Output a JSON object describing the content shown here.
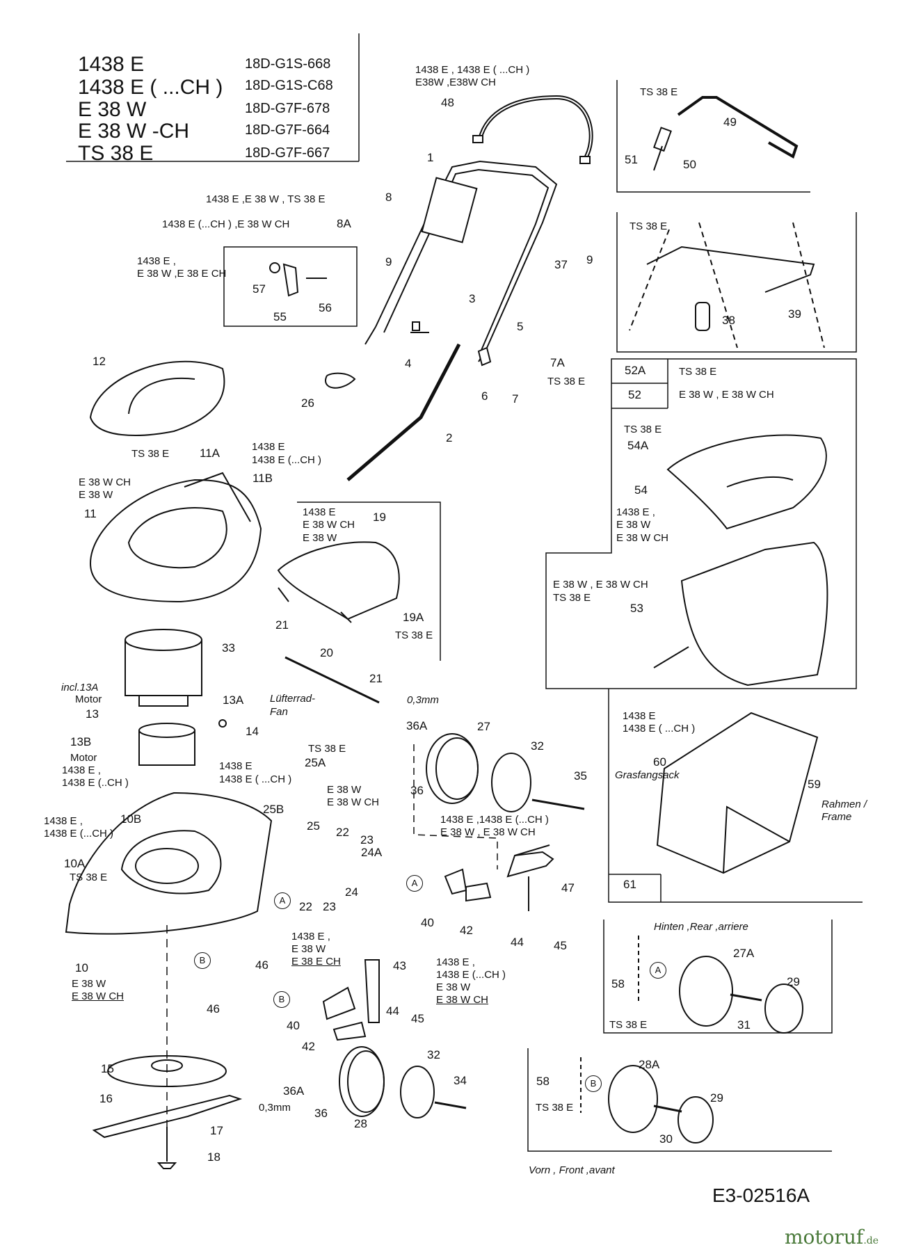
{
  "models": [
    {
      "name": "1438 E",
      "code": "18D-G1S-668"
    },
    {
      "name": "1438 E ( ...CH )",
      "code": "18D-G1S-C68"
    },
    {
      "name": "E 38 W",
      "code": "18D-G7F-678"
    },
    {
      "name": "E 38 W -CH",
      "code": "18D-G7F-664"
    },
    {
      "name": "TS 38 E",
      "code": "18D-G7F-667"
    }
  ],
  "labels": {
    "v_1438_ch_e38w": "1438 E , 1438 E ( ...CH )",
    "v_e38w_e38wch": "E38W ,E38W CH",
    "ts38e": "TS 38 E",
    "v8": "1438 E ,E 38 W , TS 38 E",
    "v8a": "1438 E (...CH ) ,E 38 W CH",
    "v55a": "1438 E ,",
    "v55b": "E 38 W ,E 38 E CH",
    "v7a": "TS 38 E",
    "v11b_a": "1438 E",
    "v11b_b": "1438 E (...CH )",
    "v11_a": "E 38 W CH",
    "v11_b": "E 38 W",
    "v19_a": "1438 E",
    "v19_b": "E 38 W CH",
    "v19_c": "E 38 W",
    "v52a": "TS 38 E",
    "v52": "E 38 W , E 38 W CH",
    "v54a": "TS 38 E",
    "v54_a": "1438 E ,",
    "v54_b": "E 38 W",
    "v54_c": "E 38 W CH",
    "v53_a": "E 38 W , E 38 W CH",
    "v53_b": "TS 38 E",
    "incl13a": "incl.13A",
    "motor": "Motor",
    "fan_de": "Lüfterrad-",
    "fan_en": "Fan",
    "motor2": "Motor",
    "m13b_a": "1438 E ,",
    "m13b_b": "1438 E (..CH )",
    "v25a_top": "TS 38 E",
    "v25b_a": "1438 E",
    "v25b_b": "1438 E ( ...CH )",
    "v25_a": "E 38 W",
    "v25_b": "E 38 W CH",
    "v10b_a": "1438 E ,",
    "v10b_b": "1438 E (...CH )",
    "v10a": "TS 38 E",
    "v10_a": "E 38 W",
    "v10_b": "E 38 W CH",
    "v46_a": "1438 E ,",
    "v46_b": "E 38 W",
    "v46_c": "E 38 E CH",
    "v43_a": "1438 E ,",
    "v43_b": "1438 E (...CH )",
    "v43_c": "E 38 W",
    "v43_d": "E 38 W CH",
    "v27_a": "1438 E ,1438 E (...CH )",
    "v27_b": "E 38 W , E 38 W CH",
    "mm03a": "0,3mm",
    "mm03b": "0,3mm",
    "v60_a": "1438 E",
    "v60_b": "1438 E ( ...CH )",
    "grasfang": "Grasfangsack",
    "rahmen_a": "Rahmen /",
    "rahmen_b": "Frame",
    "rear": "Hinten ,Rear ,arriere",
    "ts38e_rear": "TS 38 E",
    "ts38e_front": "TS 38 E",
    "front": "Vorn , Front ,avant",
    "diagram_id": "E3-02516A",
    "logo": "motoruf",
    "logo_suffix": ".de"
  },
  "parts": {
    "p48": "48",
    "p49": "49",
    "p50": "50",
    "p51": "51",
    "p1": "1",
    "p8": "8",
    "p8a": "8A",
    "p9a": "9",
    "p9b": "9",
    "p37": "37",
    "p57": "57",
    "p55": "55",
    "p56": "56",
    "p38": "38",
    "p39": "39",
    "p3": "3",
    "p5": "5",
    "p4": "4",
    "p6": "6",
    "p7": "7",
    "p7a": "7A",
    "p12": "12",
    "p26": "26",
    "p2": "2",
    "p52a": "52A",
    "p52": "52",
    "p54a": "54A",
    "p54": "54",
    "p53": "53",
    "p11a": "11A",
    "p11b": "11B",
    "p11": "11",
    "p19": "19",
    "p19a": "19A",
    "p33": "33",
    "p21a": "21",
    "p20": "20",
    "p21b": "21",
    "p13a": "13A",
    "p13": "13",
    "p14": "14",
    "p13b": "13B",
    "p36a": "36A",
    "p27": "27",
    "p32a": "32",
    "p36": "36",
    "p35": "35",
    "p60": "60",
    "p59": "59",
    "p61": "61",
    "p25a": "25A",
    "p25b": "25B",
    "p25": "25",
    "p22a": "22",
    "p23a": "23",
    "p24a": "24A",
    "p24": "24",
    "p22b": "22",
    "p23b": "23",
    "p10b": "10B",
    "p10a": "10A",
    "p10": "10",
    "p46a": "46",
    "p46b": "46",
    "p47": "47",
    "p40a": "40",
    "p42a": "42",
    "p44a": "44",
    "p45a": "45",
    "p43": "43",
    "p44b": "44",
    "p45b": "45",
    "p40b": "40",
    "p42b": "42",
    "p15": "15",
    "p16": "16",
    "p17": "17",
    "p18": "18",
    "p36b": "36A",
    "p36c": "36",
    "p28": "28",
    "p32b": "32",
    "p34": "34",
    "p58a": "58",
    "p27a": "27A",
    "p29a": "29",
    "p31": "31",
    "p58b": "58",
    "p28a": "28A",
    "p29b": "29",
    "p30": "30"
  },
  "markers": {
    "a": "A",
    "b": "B"
  }
}
